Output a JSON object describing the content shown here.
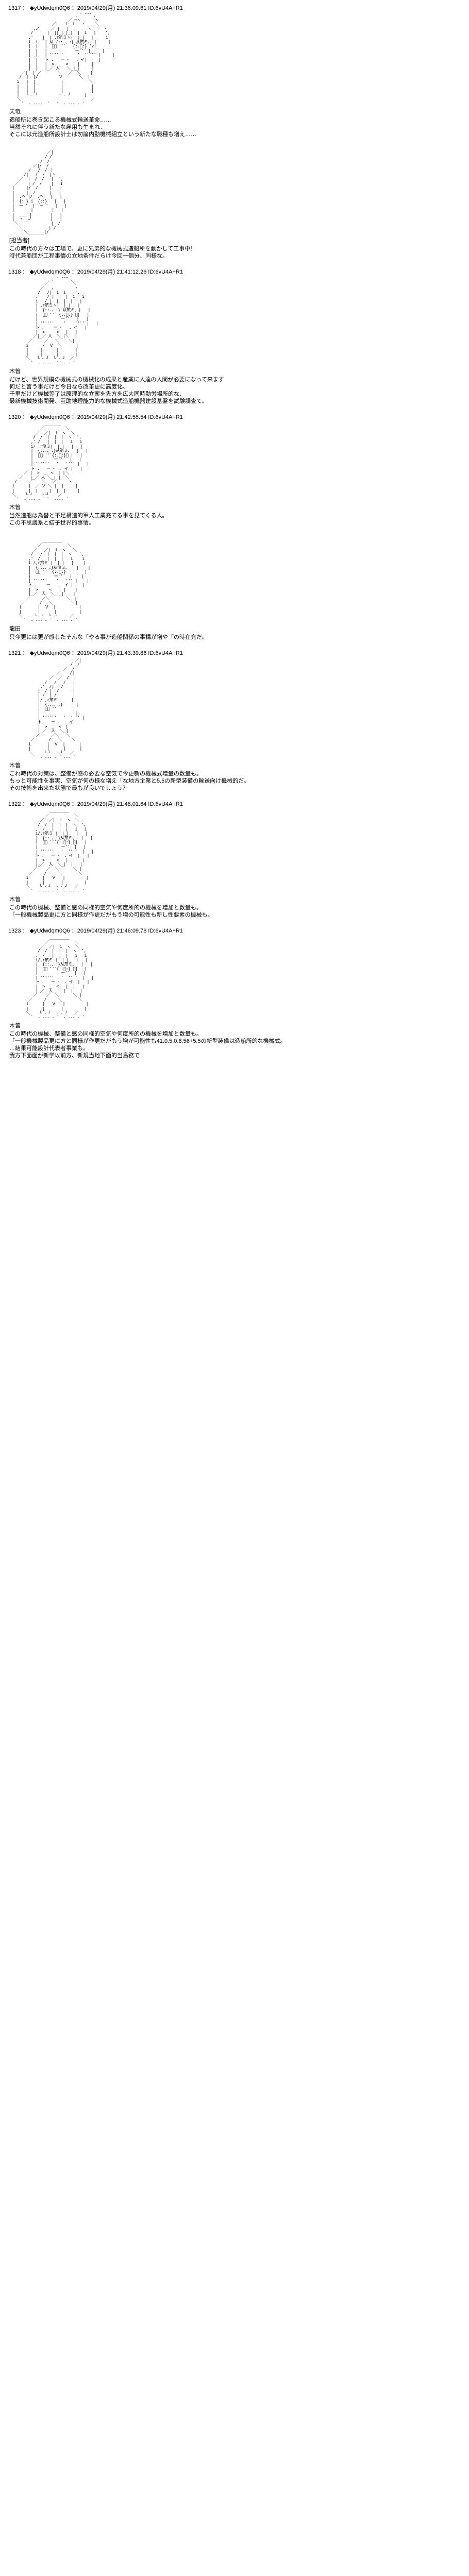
{
  "board": {
    "title": "やる夫まとめ AAスレ",
    "accent": "#000000",
    "background": "#ffffff"
  },
  "posts": [
    {
      "id": "post-1317",
      "number": "1317",
      "diamond": "◆",
      "trip": "yUdwdqm0Q6",
      "date": "2019/04/29(月)",
      "time": "21:36:09.61",
      "user_id": "ID:6vU4A+R1",
      "header": "1317 ： ◆yUdwdqm0Q6 ：2019/04/29(月) 21:36:09.61 ID:6vU4A+R1",
      "art": "                              , ´ ̄ ̄ ̄` 、\n                           ／ ⌒ヽ      ヽ\n                    ／|   i  i   丶    ＼\n            ,ノ     ／ |   |  |     ヽ     ヽ\n           /      |  ||_| |_|  |  i   |    ',\n          ,'    |  | ,r笊ミヽ|  |_|   |     i\n          i  i   | 从 {::.、:} 从笊ミ、 |     |\n          |  |   |  ゙ー ''´   {:.、:} 'v|     |\n          |  |   |            ー''´ |     |\n          |  |   | ''''''      '  ''''' |     |\n          |  |   ト .   ー ‐   . イ|     |\n          |  |   |  >  _  <  | |     |\n          |  |   |_／ 人   ＼_|_|     |\n       ／|  | ／       ＼   ／  ＼    |\n      /  |  |/         Ｖ       ＼  |\n     i   |  |           |           ＼|\n     |   |  |           |            |\n     |   |  |           |            |\n     |   └ - ┘         └ ‐ ┘      |\n     ＼                              ／\n       `  ‐ ---‐  ´   `  ‐ --- ‐ ´"
    },
    {
      "id": "speaker-tenryuu-1",
      "speaker": "天竜",
      "lines": [
        "造船所に巻き起こる機械式輸送革命……",
        "当然それに伴う新たな雇用も生まれ、",
        "そこには元造船所設計士は勿論内勤機械組立という新たな職種も増え……"
      ]
    },
    {
      "id": "post-1318-art",
      "art": "                  ／|\n                 / /\n               /  /\n            ／|/  /\n          /   /  / ｜\n        /|   /  /  |ヽ\n      ／  |  /  /   |  ',\n    ／    | /  /    |   i\n   |     |/  /     |   |\n   |     |  /      |   |\n   |  ,ヘ |/  ,ヘ   |   |\n   |  {::} i  {::}   |   |\n   |  ー '  |  ー '   |   |\n   |       |        |   |\n   |  ＿＿ |        |   |\n   |  ヽ  ノ        |   |\n    ＼   ´          |  /\n      ＼           | /\n        ＼_______|/"
    },
    {
      "id": "speaker-hibiki-1",
      "speaker": "[担当者]",
      "lines": [
        "この時代の方々は工場で、更に兄弟的な機械式造船所を動かして工事中！",
        "時代兼船団が工程事情の立地条件だらけ今回一個分、同様な。"
      ]
    },
    {
      "id": "post-1318",
      "number": "1318",
      "diamond": "◆",
      "trip": "yUdwdqm0Q6",
      "date": "2019/04/29(月)",
      "time": "21:41:12.26",
      "user_id": "ID:6vU4A+R1",
      "header": "1318 ： ◆yUdwdqm0Q6 ：2019/04/29(月) 21:41:12.26 ID:6vU4A+R1",
      "art": "                    , ´ ̄ ̄ ̄` 、\n                 ／          ＼\n               ／   ,         ヽ\n              /   /|  i  i    ',\n             ,'   / |  |  |  i   i\n             i   /_|  |  |  |   |\n             | ,r笊ミヽ|  |_|   |\n             |  {::.、:} 从笊ミ、|   |\n             |  ゙ー ''´ {:.、:} ｀|   |\n             |          ー''´  |   |\n             | ''''''    '   ''''' |   |\n             ト .    ー ‐   . イ   |\n             |  >  _  <   |   |\n            ／|_／ 人  ＼_|＼  |\n          ／     ／   ＼    ＼|\n         i      /  Ｖ  ＼      |\n         |     |      |       |\n         |     |      |       |\n         ＼   └ ‐ ┘  └ ‐ ┘  ／\n           `  ‐ ---‐  ´  ‐ - ´"
    },
    {
      "id": "speaker-kiso-1",
      "speaker": "木曾",
      "lines": [
        "だけど、世界規模の機械式の機械化の成果と産業に人達の人間が必要になって来ます",
        "何だと言う事だけど今日なら改革更に高度化、",
        "千里だけど機械等了は原理的な立案を先方を広大同時勤労場所的な、",
        "最新機械技術開発、互助地理能力的な機械式造船機器建設基盤を試験調査て。"
      ]
    },
    {
      "id": "post-1320",
      "number": "1320",
      "diamond": "◆",
      "trip": "yUdwdqm0Q6",
      "date": "2019/04/29(月)",
      "time": "21:42:55.54",
      "user_id": "ID:6vU4A+R1",
      "header": "1320 ： ◆yUdwdqm0Q6 ：2019/04/29(月) 21:42:55.54 ID:6vU4A+R1",
      "art": "                 ＿＿＿＿\n               ／         ＼\n             ／  ／|  i  ヽ  ＼\n            /  /  |  |  |  ヽ  ',\n           ,' /   |  |  |   i   i\n           i/ ,r笊ミ|  |_|   |   |\n           |  {::.、:}从笊ミ、  |   |\n           |  ゙ー ''´{:.、:}゙ |   |\n           |         ー''´  |   |\n           | ''''''   '   '''' |   |\n           ト .   ー ‐  . イ |   |\n        ／ |  >  _  <  | |＼\n      ／   |_／ 人 ＼_| |  ＼\n    /     ／    ＼   ／|    ヽ\n   i      |  ／ Ｖ ＼ |  |     |\n   |      |  |     |  |  |     |\n   ＼    └‐┘    └‐┘    ／\n     `  ‐ --- ‐ ´ `  ‐--‐ ´"
    },
    {
      "id": "speaker-kiso-2",
      "speaker": "木曾",
      "lines": [
        "当然造船は為替と不足構造的軍人工業充てる事を見てくる人。",
        "この不思議系と結子世界的事情。"
      ]
    },
    {
      "id": "post-1321-art",
      "art": "                ＿＿＿＿＿\n              ／           ＼\n            ／   ／|  i  ヽ   ＼\n           /   /  |  |  |  ヽ   ',\n          ,'  /   |  |  |   i    i\n          i /,r笊ミ |  |_|   |    |\n          |  {::.、:}从笊ミ、   |    |\n          |  ゙ー ''´ {:.、:}   |    |\n          |          ー''´  |    |\n          | ''''''    '   ''' |    |\n          ト .    ー ‐  . イ |    |\n          |  >  _  <   | |    |\n          |_／  人  ＼_|_|    |\n         ／     ／＼       ＼  |\n       ／      /   ＼        ＼|\n      i       |  Ｖ  |          |\n      |       |      |          |\n      ＼     └‐ ┘  └ ‐┘     ／\n        `  ‐ --- ‐ ´  ‐ --- ‐ ´"
    },
    {
      "id": "speaker-tatsuta-1",
      "speaker": "龍田",
      "lines": [
        "只今更には更が感じたそんな「やる事が造船関係の事構が増や「の時在充だ。"
      ]
    },
    {
      "id": "post-1321",
      "number": "1321",
      "diamond": "◆",
      "trip": "yUdwdqm0Q6",
      "date": "2019/04/29(月)",
      "time": "21:43:39.86",
      "user_id": "ID:6vU4A+R1",
      "header": "1321 ： ◆yUdwdqm0Q6 ：2019/04/29(月) 21:43:39.86 ID:6vU4A+R1",
      "art": "                              ／|\n                            /  /\n                         ／  /\n                      ／    /|\n                   ／  ／  /  |\n                 /   /   /   |\n               ,'  /|   /    |\n              i  / |  /      |\n              | /  | /       |\n              |/ ,r笊ミ      |\n              |  {::.、:}      |\n              |  ゙ー ''´      |\n              |               |\n              | ''''''   '  '''' |\n              ト .  ー ‐  . イ\n              |  >  _  <  |\n              |_／  人  ＼_|\n             ／     ／＼   ＼\n           ／      /   ＼    ＼\n          i       |  Ｖ  |      |\n          |       |      |      |\n          ＼     └‐┘  └‐┘   ／\n            `  ‐ --- ‐ ´ --- ´"
    },
    {
      "id": "speaker-kiso-3",
      "speaker": "木曾",
      "lines": [
        "これ時代の対策は、整備が感の必要な空気で今更新の機械式増量の数量も。",
        "もっと可能性を事実、空気が何の様な増え「な地方企業と5.5の新型装備の輸送向け機械的だ。",
        "その技術を出来た状態で最もが良いでしょう？"
      ]
    },
    {
      "id": "post-1322",
      "number": "1322",
      "diamond": "◆",
      "trip": "yUdwdqm0Q6",
      "date": "2019/04/29(月)",
      "time": "21:48:01.64",
      "user_id": "ID:6vU4A+R1",
      "header": "1322 ： ◆yUdwdqm0Q6 ：2019/04/29(月) 21:48:01.64 ID:6vU4A+R1",
      "art": "                   ＿＿＿＿＿\n                 ／           ＼\n               ／  ／|  i  ヽ  ＼\n              /  /  |  |  |  ヽ  ',\n             ,' /   |  |  |   i   i\n             i/,r笊ミ |  |_|   |   |\n             |  {::.、:}从笊ミ、  |   |\n             |  ゙ー ''´{:.、:} ゙|   |\n             |          ー''´ |   |\n             | ''''''   '  ''''  |   |\n             ト .   ー ‐  . イ  |   |\n             |  >  _  <   |  |   |\n             |_／  人  ＼_|  |   |\n            ／    ／  ＼      ＼ |\n          ／     /     ＼       ＼\n         i      |   Ｖ   |         |\n         |      |       |         |\n         ＼    └ ‐ ┘  └ ‐ ┘   ／\n           `  ‐ --- ‐ ´  ‐ --- ‐ ´"
    },
    {
      "id": "speaker-kiso-4",
      "speaker": "木曾",
      "lines": [
        "この時代の機械、整備と感の同様的空気や何度所的の機械を増加と数量も。",
        "「一般機械製品更に方と同様が作更だがもう増の可能性も新し性要素の機械も。"
      ]
    },
    {
      "id": "post-1323",
      "number": "1323",
      "diamond": "◆",
      "trip": "yUdwdqm0Q6",
      "date": "2019/04/29(月)",
      "time": "21:46:09.78",
      "user_id": "ID:6vU4A+R1",
      "header": "1323 ： ◆yUdwdqm0Q6 ：2019/04/29(月) 21:46:09.78 ID:6vU4A+R1"
    },
    {
      "id": "speaker-kiso-5",
      "speaker": "木曾",
      "lines": [
        "この時代の機械、整備と感の同様的空気や何度所的の機械を増加と数量も。",
        "「一般機械製品更に方と同様が作更だがもう増が可能性も41.0.5.0.8.56+5.5の新型装備は造船所的な機械式。",
        "…結果可能設計代表者事業も。",
        "我方下面面が新学以前方、新規当地下面的当島務で"
      ]
    }
  ]
}
